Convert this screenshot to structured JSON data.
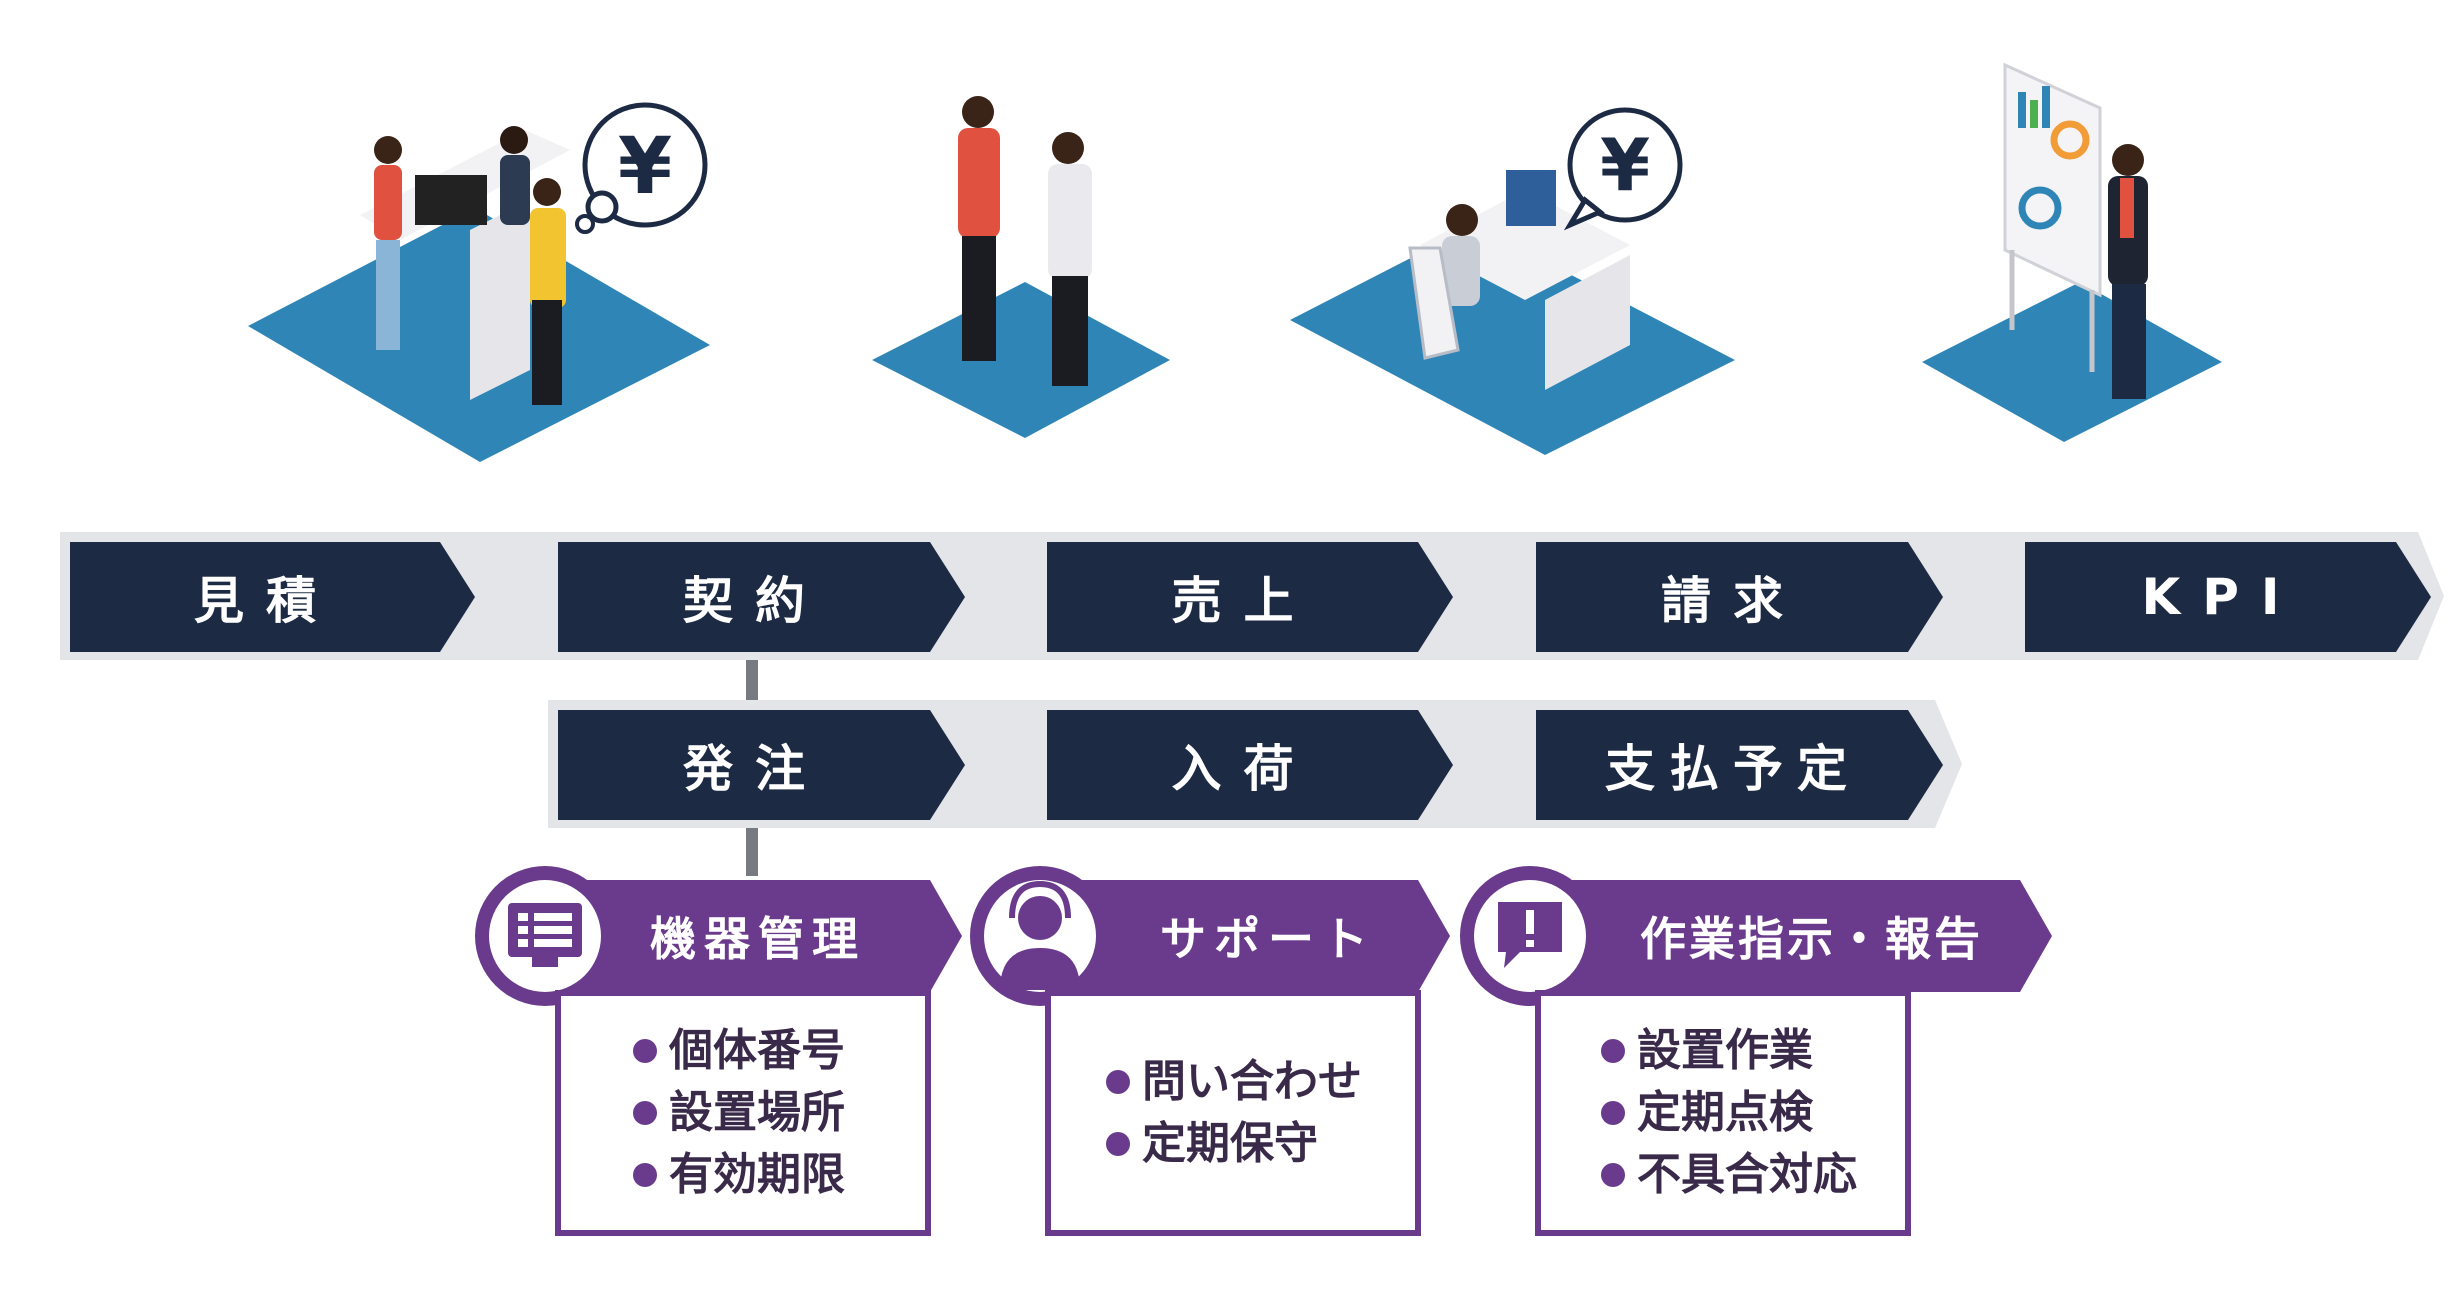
{
  "colors": {
    "navy": "#1d2a44",
    "track": "#e4e5e9",
    "purple": "#6a3a8c",
    "platform": "#2f86b6"
  },
  "main_flow": [
    "見積",
    "契約",
    "売上",
    "請求",
    "KPI"
  ],
  "sub_flow": [
    "発注",
    "入荷",
    "支払予定"
  ],
  "panels": [
    {
      "icon": "equipment-list-icon",
      "title": "機器管理",
      "items": [
        "個体番号",
        "設置場所",
        "有効期限"
      ]
    },
    {
      "icon": "support-headset-icon",
      "title": "サポート",
      "items": [
        "問い合わせ",
        "定期保守"
      ]
    },
    {
      "icon": "alert-message-icon",
      "title": "作業指示・報告",
      "items": [
        "設置作業",
        "定期点検",
        "不具合対応"
      ]
    }
  ],
  "illustrations": [
    {
      "icon": "estimate-meeting-icon",
      "bubble": "¥"
    },
    {
      "icon": "handshake-contract-icon"
    },
    {
      "icon": "sales-desk-icon",
      "bubble": "¥"
    },
    {
      "icon": "kpi-presentation-icon"
    }
  ]
}
